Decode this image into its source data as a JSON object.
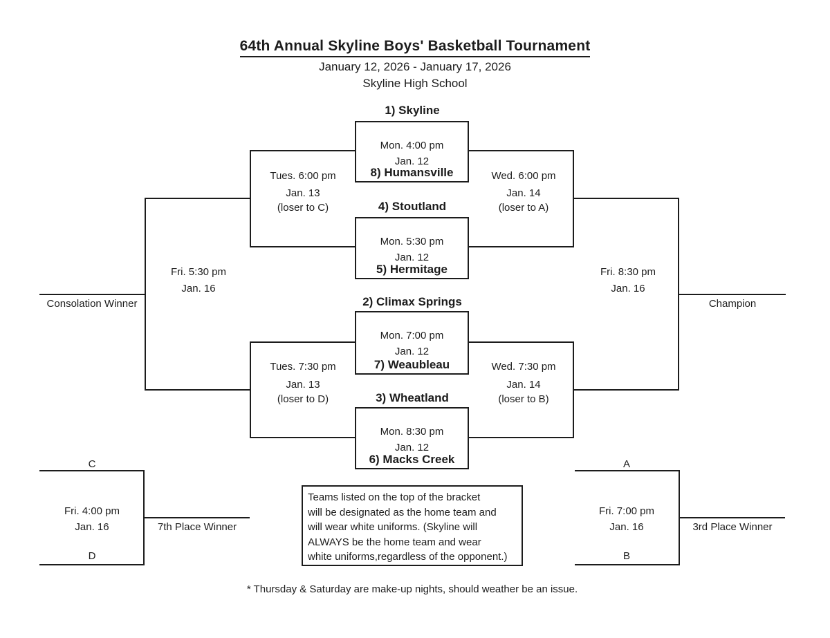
{
  "header": {
    "title": "64th Annual Skyline Boys' Basketball Tournament",
    "dates": "January 12, 2026 - January 17, 2026",
    "location": "Skyline High School"
  },
  "games": [
    {
      "team_top": "1) Skyline",
      "team_bottom": "8) Humansville",
      "time": "Mon. 4:00 pm",
      "date": "Jan. 12"
    },
    {
      "team_top": "4) Stoutland",
      "team_bottom": "5) Hermitage",
      "time": "Mon. 5:30 pm",
      "date": "Jan. 12"
    },
    {
      "team_top": "2) Climax Springs",
      "team_bottom": "7) Weaubleau",
      "time": "Mon. 7:00 pm",
      "date": "Jan. 12"
    },
    {
      "team_top": "3) Wheatland",
      "team_bottom": "6) Macks Creek",
      "time": "Mon. 8:30 pm",
      "date": "Jan. 12"
    }
  ],
  "consolation_semis": [
    {
      "time": "Tues. 6:00 pm",
      "date": "Jan. 13",
      "note": "(loser to C)"
    },
    {
      "time": "Tues. 7:30 pm",
      "date": "Jan. 13",
      "note": "(loser to D)"
    }
  ],
  "championship_semis": [
    {
      "time": "Wed. 6:00 pm",
      "date": "Jan. 14",
      "note": "(loser to A)"
    },
    {
      "time": "Wed. 7:30 pm",
      "date": "Jan. 14",
      "note": "(loser to B)"
    }
  ],
  "finals": {
    "consolation": {
      "time": "Fri. 5:30 pm",
      "date": "Jan. 16",
      "winner_label": "Consolation Winner"
    },
    "championship": {
      "time": "Fri. 8:30 pm",
      "date": "Jan. 16",
      "winner_label": "Champion"
    }
  },
  "seventh_place": {
    "slot_top": "C",
    "slot_bottom": "D",
    "time": "Fri. 4:00 pm",
    "date": "Jan. 16",
    "winner_label": "7th Place Winner"
  },
  "third_place": {
    "slot_top": "A",
    "slot_bottom": "B",
    "time": "Fri. 7:00 pm",
    "date": "Jan. 16",
    "winner_label": "3rd Place Winner"
  },
  "note_box": {
    "lines": [
      "Teams listed on the top of the bracket",
      "will be designated as the home team and",
      "will wear white uniforms. (Skyline will",
      "ALWAYS be the home team and wear",
      "white uniforms,regardless of the opponent.)"
    ]
  },
  "footnote": "* Thursday & Saturday are make-up nights, should weather be an issue.",
  "colors": {
    "ink": "#1c1c1c",
    "background": "#ffffff"
  }
}
